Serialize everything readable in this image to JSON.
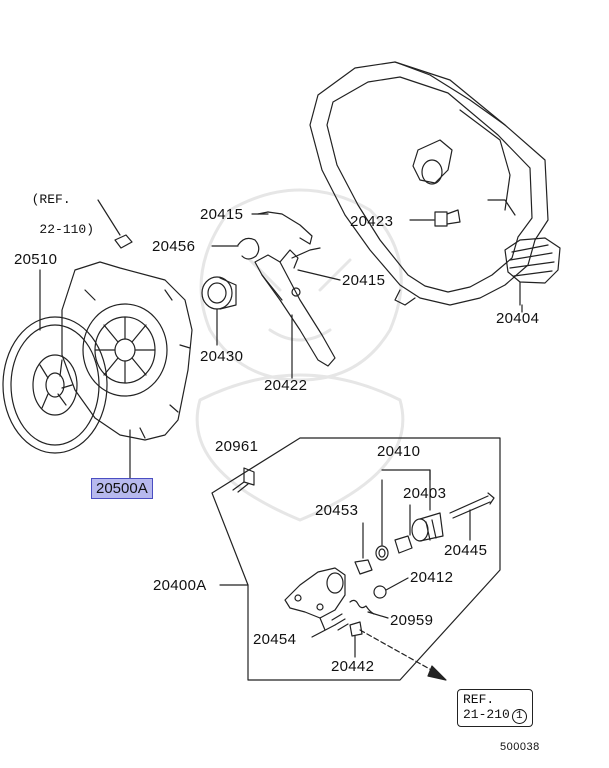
{
  "labels": {
    "p20415a": "20415",
    "p20423": "20423",
    "p20456": "20456",
    "p20415b": "20415",
    "p20510": "20510",
    "p20404": "20404",
    "p20430": "20430",
    "p20422": "20422",
    "p20961": "20961",
    "p20410": "20410",
    "p20403": "20403",
    "p20453": "20453",
    "p20445": "20445",
    "p20400a": "20400A",
    "p20412": "20412",
    "p20959": "20959",
    "p20454": "20454",
    "p20442": "20442"
  },
  "highlight": {
    "part": "20500A",
    "color": "#b7b9ee"
  },
  "refs": {
    "top_left_line1": "(REF.",
    "top_left_line2": " 22-110)",
    "bottom_right_line1": "REF.",
    "bottom_right_line2": "21-210",
    "bottom_right_circle": "1"
  },
  "diagram_code": "500038"
}
